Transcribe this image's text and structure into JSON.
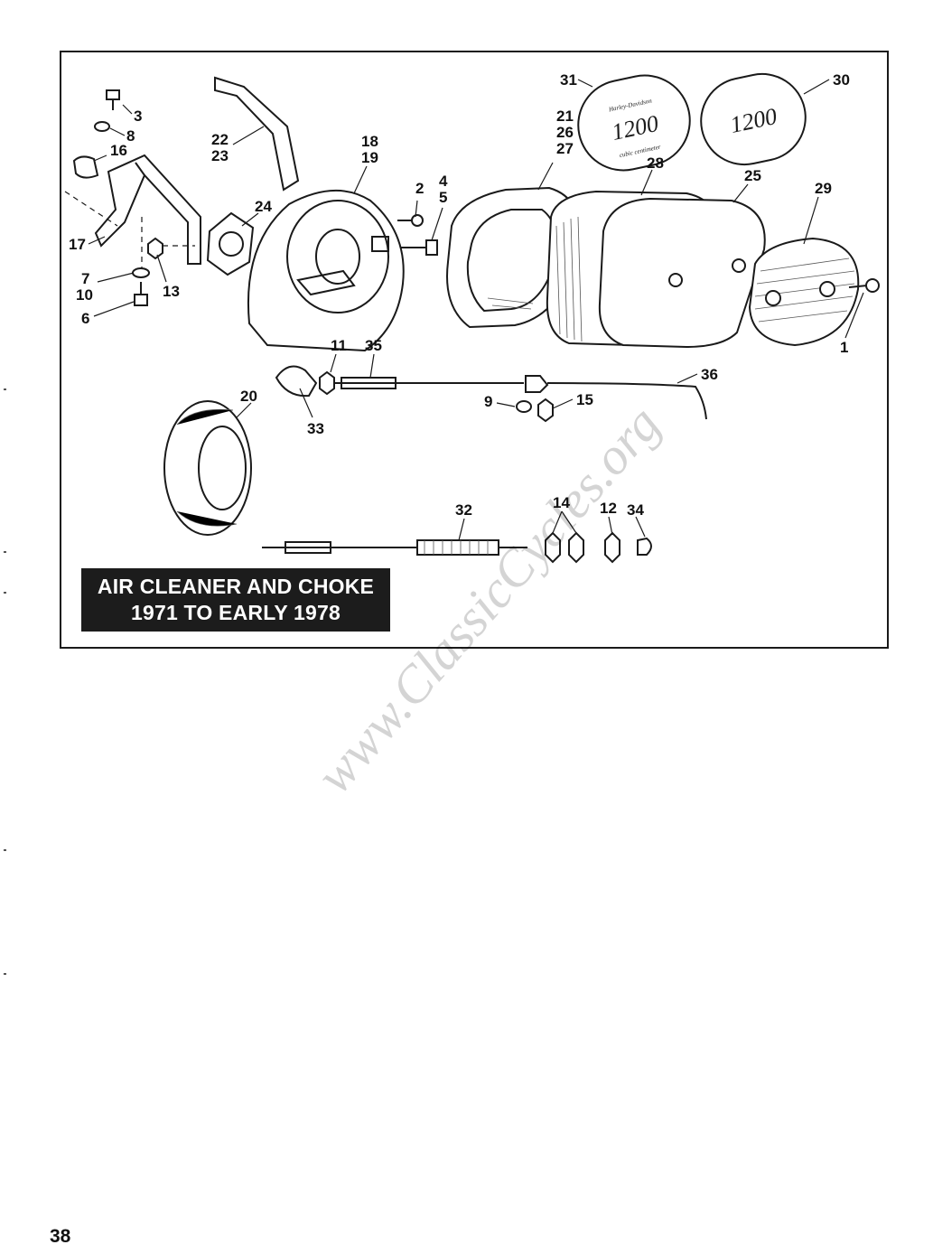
{
  "caption": {
    "line1": "AIR CLEANER AND CHOKE",
    "line2": "1971 TO EARLY 1978"
  },
  "watermark": "www.ClassicCycles.org",
  "page_number": "38",
  "emblem": {
    "brand_text": "Harley-Davidson",
    "displacement": "1200",
    "subtext": "cubic centimeter"
  },
  "callouts": {
    "c1": "1",
    "c2": "2",
    "c3": "3",
    "c4": "4",
    "c5": "5",
    "c6": "6",
    "c7": "7",
    "c8": "8",
    "c9": "9",
    "c10": "10",
    "c11": "11",
    "c12": "12",
    "c13": "13",
    "c14": "14",
    "c15": "15",
    "c16": "16",
    "c17": "17",
    "c18": "18",
    "c19": "19",
    "c20": "20",
    "c21": "21",
    "c22": "22",
    "c23": "23",
    "c24": "24",
    "c25": "25",
    "c26": "26",
    "c27": "27",
    "c28": "28",
    "c29": "29",
    "c30": "30",
    "c31": "31",
    "c32": "32",
    "c33": "33",
    "c34": "34",
    "c35": "35",
    "c36": "36"
  },
  "colors": {
    "ink": "#1a1a1a",
    "caption_bg": "#1c1c1c",
    "caption_text": "#ffffff"
  }
}
